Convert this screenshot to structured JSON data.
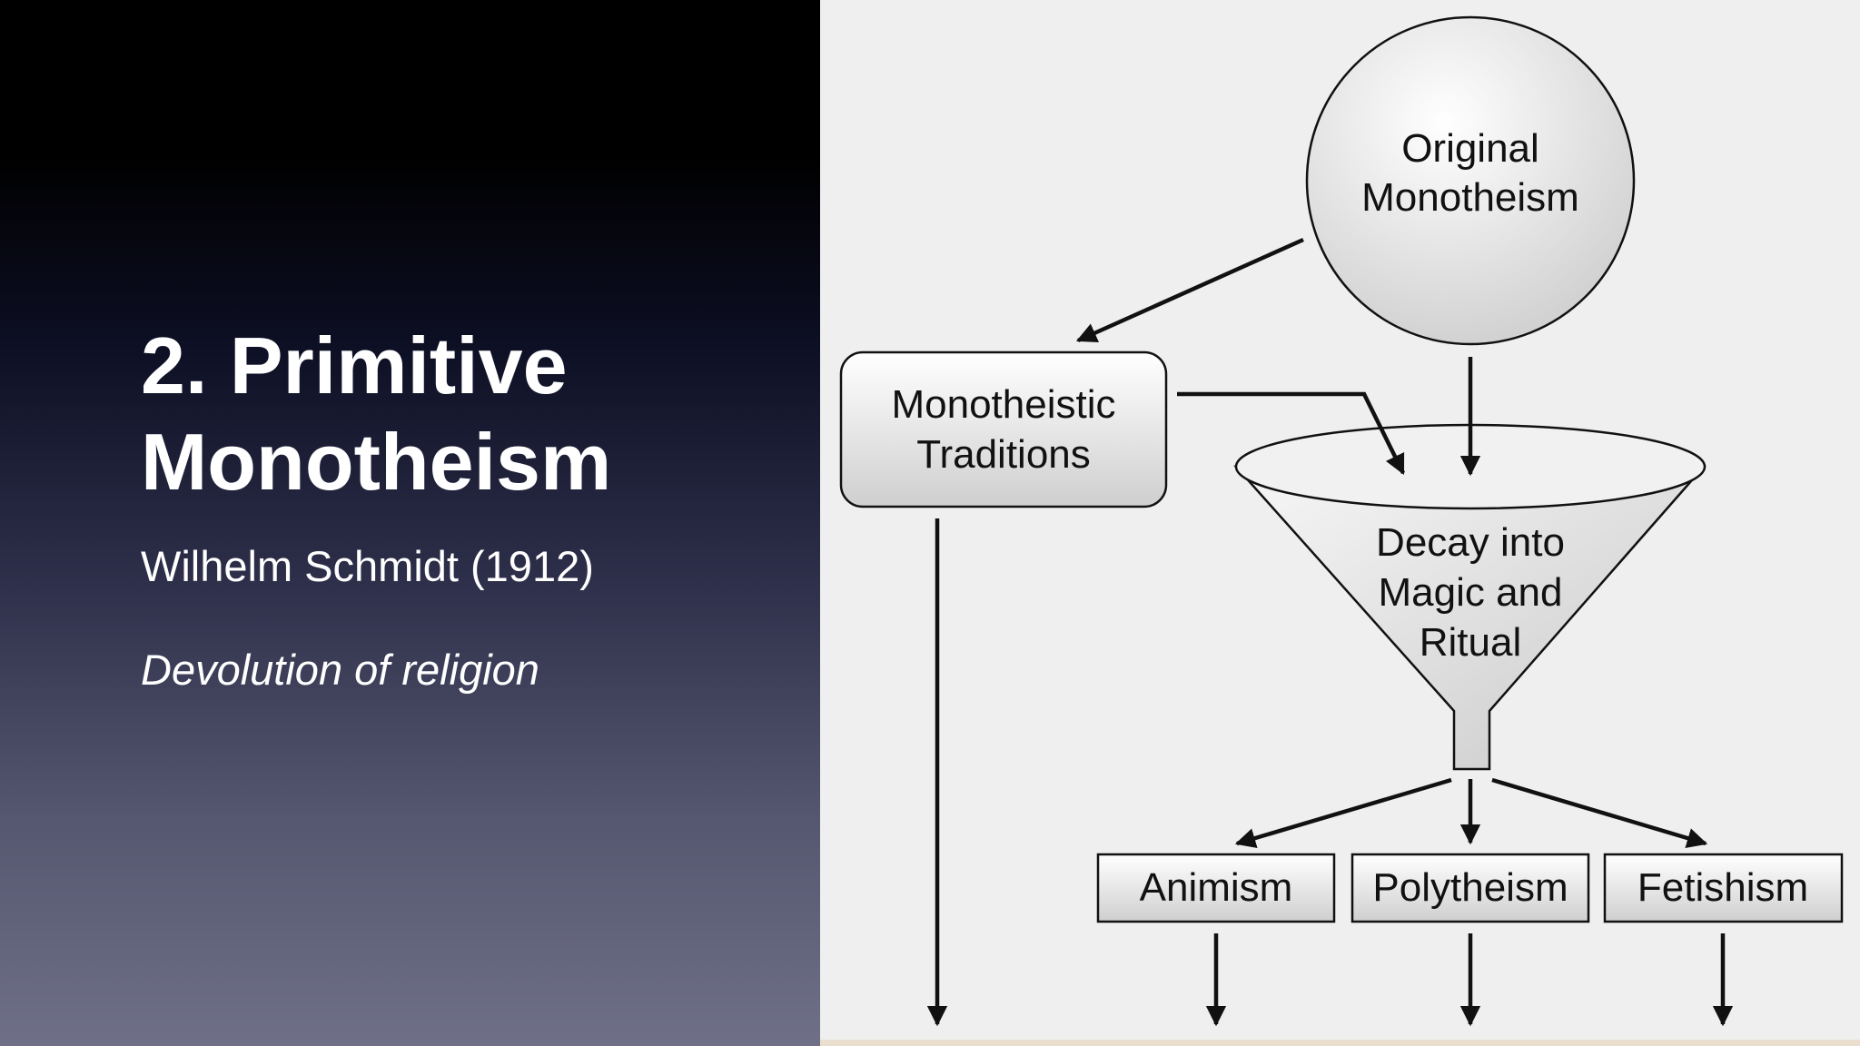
{
  "slide": {
    "title_line1": "2. Primitive",
    "title_line2": "Monotheism",
    "subtitle": "Wilhelm Schmidt (1912)",
    "tagline": "Devolution of religion"
  },
  "diagram": {
    "original": [
      "Original",
      "Monotheism"
    ],
    "traditions": [
      "Monotheistic",
      "Traditions"
    ],
    "decay": [
      "Decay into",
      "Magic and",
      "Ritual"
    ],
    "animism": "Animism",
    "polytheism": "Polytheism",
    "fetishism": "Fetishism"
  },
  "colors": {
    "left_gradient_top": "#000000",
    "left_gradient_bottom": "#6f7088",
    "diagram_background": "#efefef",
    "box_fill_top": "#ffffff",
    "box_fill_bottom": "#cfcfcf",
    "stroke": "#111111"
  }
}
